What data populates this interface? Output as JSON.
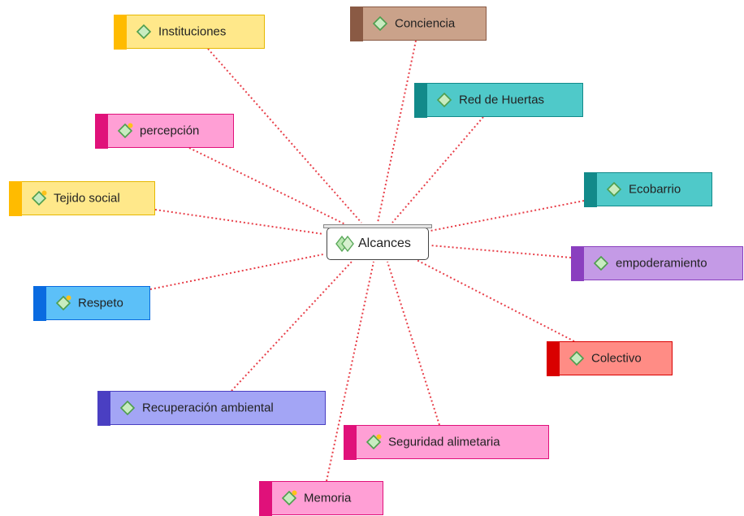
{
  "central": {
    "label": "Alcances"
  },
  "connector_color": "#e8404a",
  "nodes": [
    {
      "label": "Instituciones",
      "fill": "#ffe88a",
      "bar": "#ffbb00",
      "border": "#e6b800",
      "bubble": false
    },
    {
      "label": "Conciencia",
      "fill": "#caa28a",
      "bar": "#8a5a44",
      "border": "#8a5a44",
      "bubble": false
    },
    {
      "label": "Red de Huertas",
      "fill": "#4fc9c9",
      "bar": "#128a8a",
      "border": "#128a8a",
      "bubble": false
    },
    {
      "label": "percepción",
      "fill": "#ff9fd5",
      "bar": "#e0117a",
      "border": "#e0117a",
      "bubble": true
    },
    {
      "label": "Tejido social",
      "fill": "#ffe88a",
      "bar": "#ffbb00",
      "border": "#e6b800",
      "bubble": true
    },
    {
      "label": "Ecobarrio",
      "fill": "#4fc9c9",
      "bar": "#128a8a",
      "border": "#128a8a",
      "bubble": false
    },
    {
      "label": "empoderamiento",
      "fill": "#c49ae6",
      "bar": "#8a3fbf",
      "border": "#8a3fbf",
      "bubble": false
    },
    {
      "label": "Respeto",
      "fill": "#5cc0f8",
      "bar": "#0a6be0",
      "border": "#0a6be0",
      "bubble": true
    },
    {
      "label": "Colectivo",
      "fill": "#ff8c85",
      "bar": "#d90000",
      "border": "#d90000",
      "bubble": false
    },
    {
      "label": "Recuperación ambiental",
      "fill": "#a3a5f5",
      "bar": "#4a3fc2",
      "border": "#4a3fc2",
      "bubble": false
    },
    {
      "label": "Seguridad alimetaria",
      "fill": "#ff9fd5",
      "bar": "#e0117a",
      "border": "#e0117a",
      "bubble": true
    },
    {
      "label": "Memoria",
      "fill": "#ff9fd5",
      "bar": "#e0117a",
      "border": "#e0117a",
      "bubble": true
    }
  ]
}
